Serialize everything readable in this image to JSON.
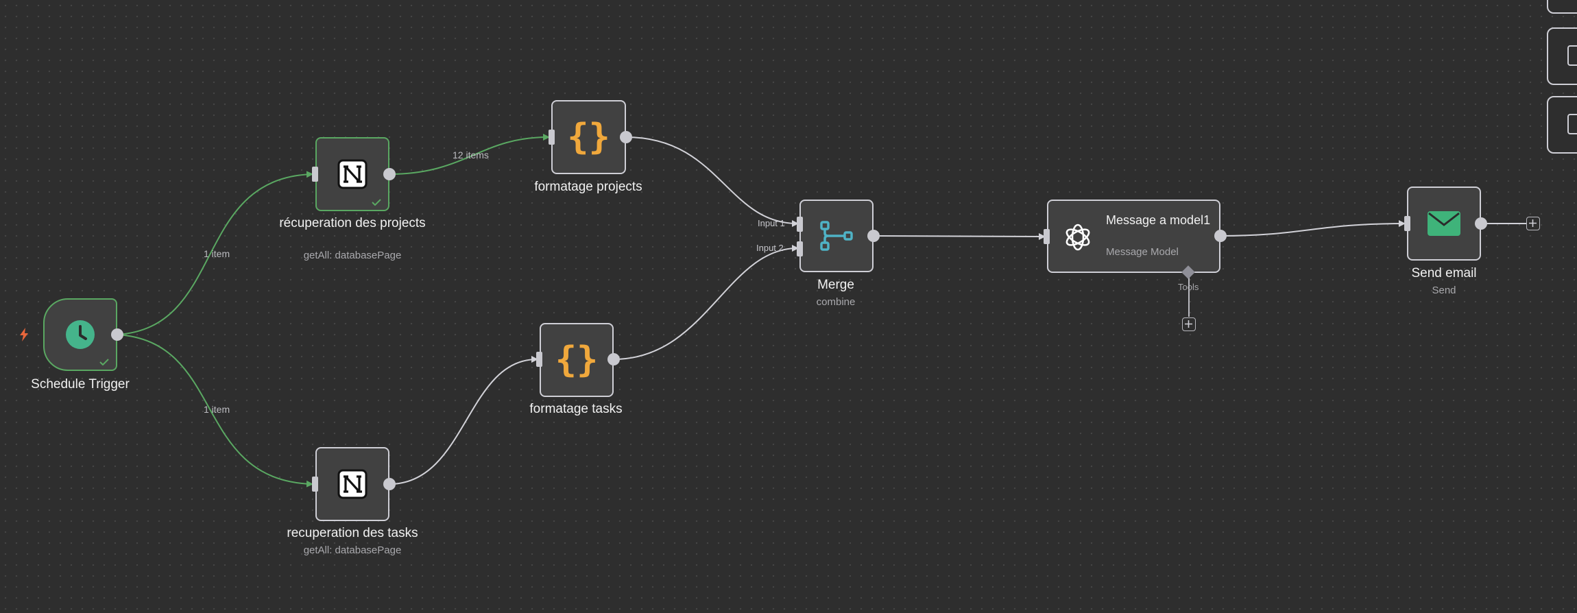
{
  "nodes": {
    "schedule_trigger": {
      "label": "Schedule Trigger"
    },
    "recup_projects": {
      "label": "récuperation des projects",
      "subtitle": "getAll: databasePage"
    },
    "format_projects": {
      "label": "formatage projects",
      "icon_text": "{}"
    },
    "recup_tasks": {
      "label": "recuperation des tasks",
      "subtitle": "getAll: databasePage"
    },
    "format_tasks": {
      "label": "formatage tasks",
      "icon_text": "{}"
    },
    "merge": {
      "label": "Merge",
      "subtitle": "combine",
      "input1": "Input 1",
      "input2": "Input 2"
    },
    "message_model": {
      "title": "Message a model1",
      "subtitle": "Message Model",
      "tools_label": "Tools"
    },
    "send_email": {
      "label": "Send email",
      "subtitle": "Send"
    }
  },
  "edges": {
    "trigger_to_projects": "1 item",
    "trigger_to_tasks": "1 item",
    "projects_to_format": "12 items"
  },
  "icons": {
    "trigger": "lightning-icon",
    "schedule": "clock-icon",
    "notion": "notion-icon",
    "code": "code-braces-icon",
    "merge": "merge-icon",
    "openai": "openai-icon",
    "email": "email-icon",
    "add": "plus-icon"
  },
  "colors": {
    "success": "#5aa862",
    "code": "#f0a83c",
    "merge": "#4fb3c6",
    "trigger": "#e8663b",
    "email": "#3fb37a",
    "clock": "#45b48b"
  }
}
